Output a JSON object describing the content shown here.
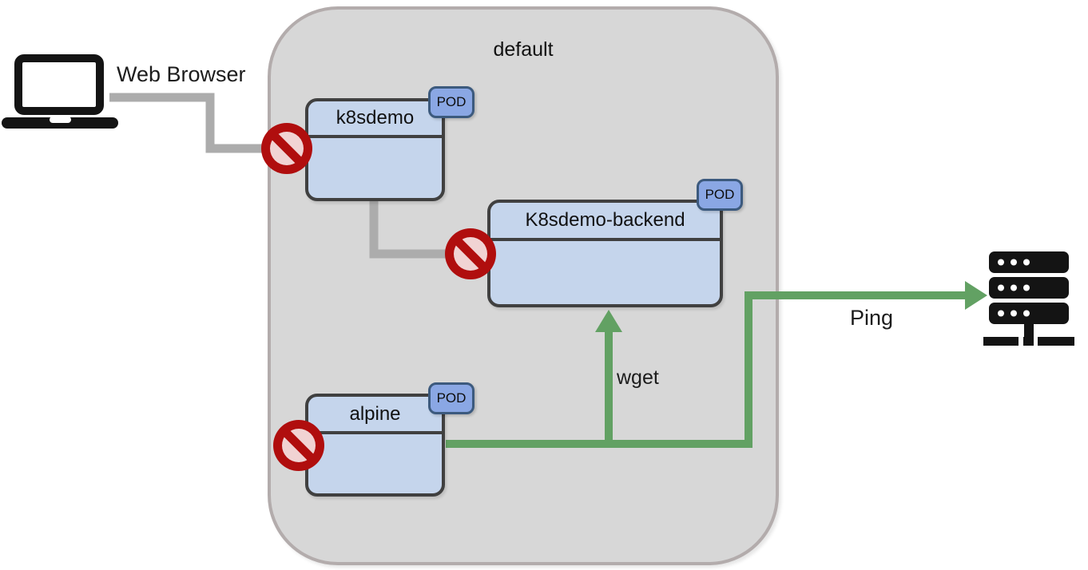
{
  "colors": {
    "red": "#B00E0E",
    "green": "#62A163",
    "grayline": "#ACACAC",
    "grayarrow": "#9F9F9F",
    "podfill": "#C5D5EC",
    "podborder": "#404040",
    "badgefill": "#8AA7E4",
    "badgeborder": "#3C5A7E",
    "nsfill": "#D7D7D7",
    "nsborder": "#B3ACAC",
    "ink": "#141414"
  },
  "external": {
    "web_browser_label": "Web Browser",
    "laptop_icon": "laptop-icon",
    "server_icon": "server-rack-icon"
  },
  "namespace": {
    "label": "default"
  },
  "pods": [
    {
      "label": "k8sdemo",
      "badge": "POD"
    },
    {
      "label": "K8sdemo-backend",
      "badge": "POD"
    },
    {
      "label": "alpine",
      "badge": "POD"
    }
  ],
  "edges": [
    {
      "from": "web-browser",
      "to": "k8sdemo",
      "status": "blocked",
      "label": ""
    },
    {
      "from": "k8sdemo",
      "to": "k8sdemo-backend",
      "status": "blocked",
      "label": ""
    },
    {
      "from": "alpine",
      "to": "k8sdemo-backend",
      "status": "allowed",
      "label": "wget"
    },
    {
      "from": "alpine",
      "to": "external-server",
      "status": "allowed",
      "label": "Ping"
    },
    {
      "from": "",
      "to": "alpine",
      "status": "blocked",
      "label": ""
    }
  ]
}
